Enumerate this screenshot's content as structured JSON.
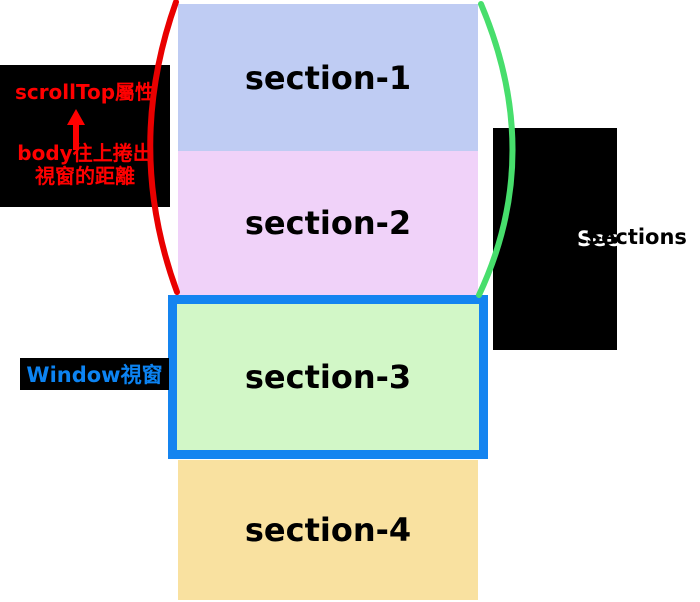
{
  "diagram": {
    "sections": [
      {
        "label": "section-1",
        "color": "#BFCCF3"
      },
      {
        "label": "section-2",
        "color": "#F0D2F9"
      },
      {
        "label": "section-3",
        "color": "#D2F7C7"
      },
      {
        "label": "section-4",
        "color": "#F9E1A0"
      }
    ],
    "scrolltop_callout": {
      "title": "scrollTop屬性",
      "arrow_icon": "up-arrow",
      "line1": "body往上捲出",
      "line2": "視窗的距離",
      "text_color": "#FF0000",
      "bg_color": "#000000"
    },
    "window_label": {
      "text": "Window視窗",
      "text_color": "#0C83F2",
      "bg_color": "#000000"
    },
    "right_label": {
      "text": "Sections",
      "bg_color": "#000000",
      "back_text_color": "#FFFFFF",
      "front_text_color": "#000000"
    },
    "viewport_box": {
      "border_color": "#1484F0"
    },
    "brackets": {
      "left_color": "#E90000",
      "right_color": "#47DE6C"
    }
  }
}
